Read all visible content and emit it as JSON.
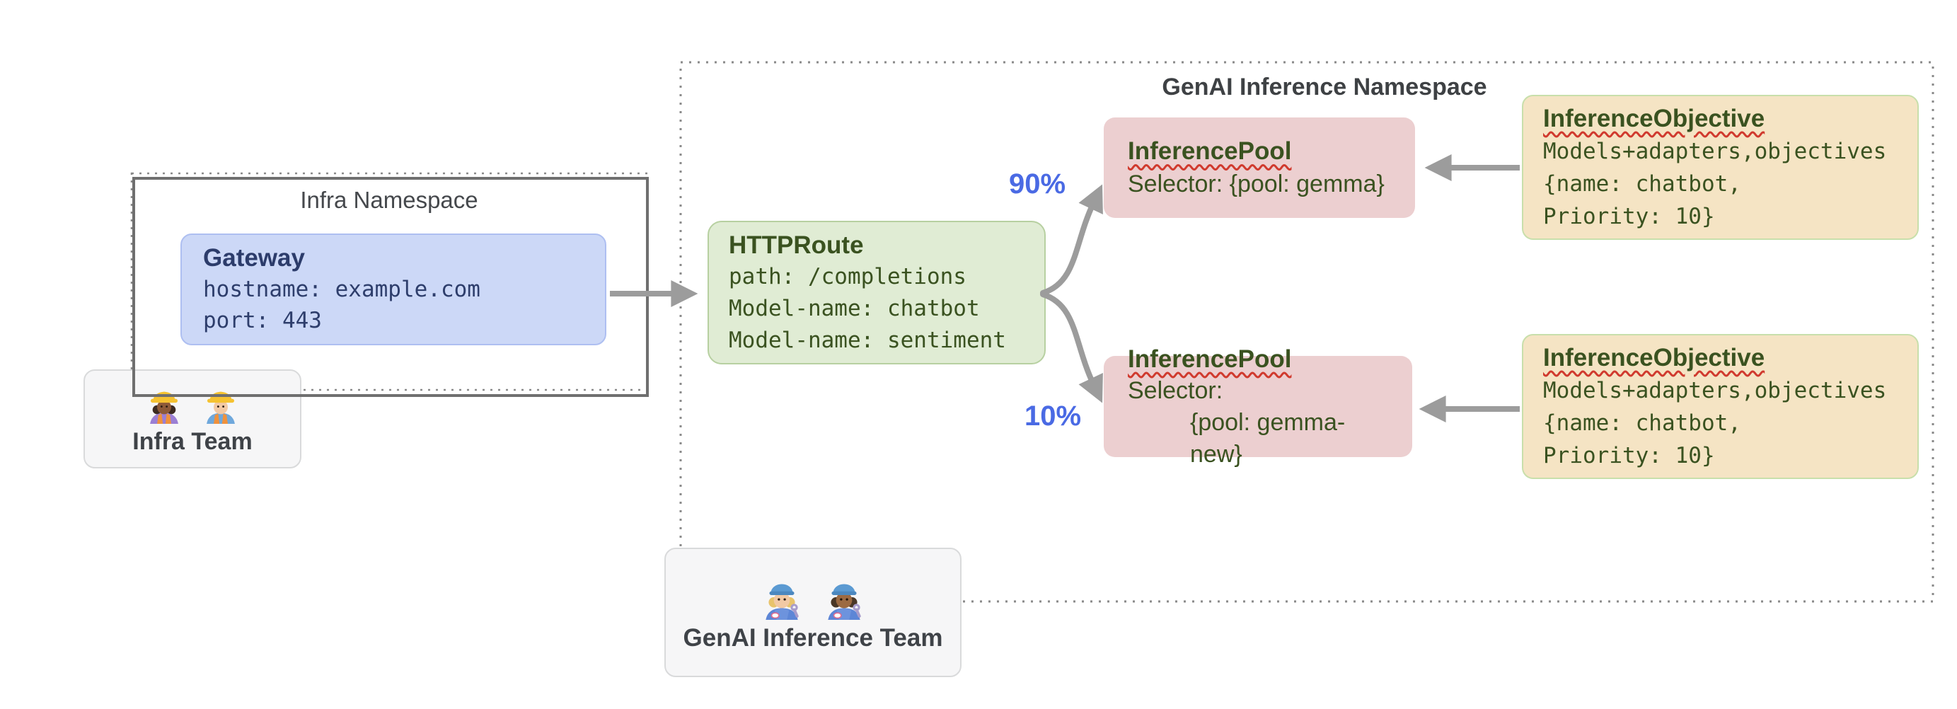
{
  "colors": {
    "accent_blue": "#4a6ae4",
    "gateway_bg": "#ccd8f7",
    "httproute_bg": "#e0ecd4",
    "pool_bg": "#eccfd0",
    "objective_bg": "#f5e4c4",
    "text_navy": "#2e3e6c",
    "text_green": "#3a5220",
    "arrow_gray": "#9c9c9c",
    "squiggle_red": "#d03a2e"
  },
  "infra_namespace": {
    "label": "Infra Namespace",
    "gateway": {
      "title": "Gateway",
      "line1": "hostname: example.com",
      "line2": "port: 443"
    }
  },
  "genai_namespace": {
    "label": "GenAI Inference Namespace",
    "httproute": {
      "title": "HTTPRoute",
      "line1": "path: /completions",
      "line2": "Model-name: chatbot",
      "line3": "Model-name: sentiment"
    },
    "split": {
      "top_percent": "90%",
      "bottom_percent": "10%"
    },
    "pool_top": {
      "title": "InferencePool",
      "line1": "Selector: {pool: gemma}"
    },
    "pool_bottom": {
      "title": "InferencePool",
      "line1": "Selector:",
      "line2": "{pool: gemma-new}"
    },
    "objective_top": {
      "title": "InferenceObjective",
      "line1": "Models+adapters,objectives",
      "line2": "{name: chatbot,",
      "line3": "Priority: 10}"
    },
    "objective_bottom": {
      "title": "InferenceObjective",
      "line1": "Models+adapters,objectives",
      "line2": "{name: chatbot,",
      "line3": "Priority: 10}"
    }
  },
  "teams": {
    "infra": {
      "label": "Infra Team",
      "icons": [
        "woman-construction-worker-icon",
        "man-construction-worker-icon"
      ]
    },
    "genai": {
      "label": "GenAI Inference Team",
      "icons": [
        "woman-mechanic-icon",
        "man-mechanic-icon"
      ]
    }
  }
}
